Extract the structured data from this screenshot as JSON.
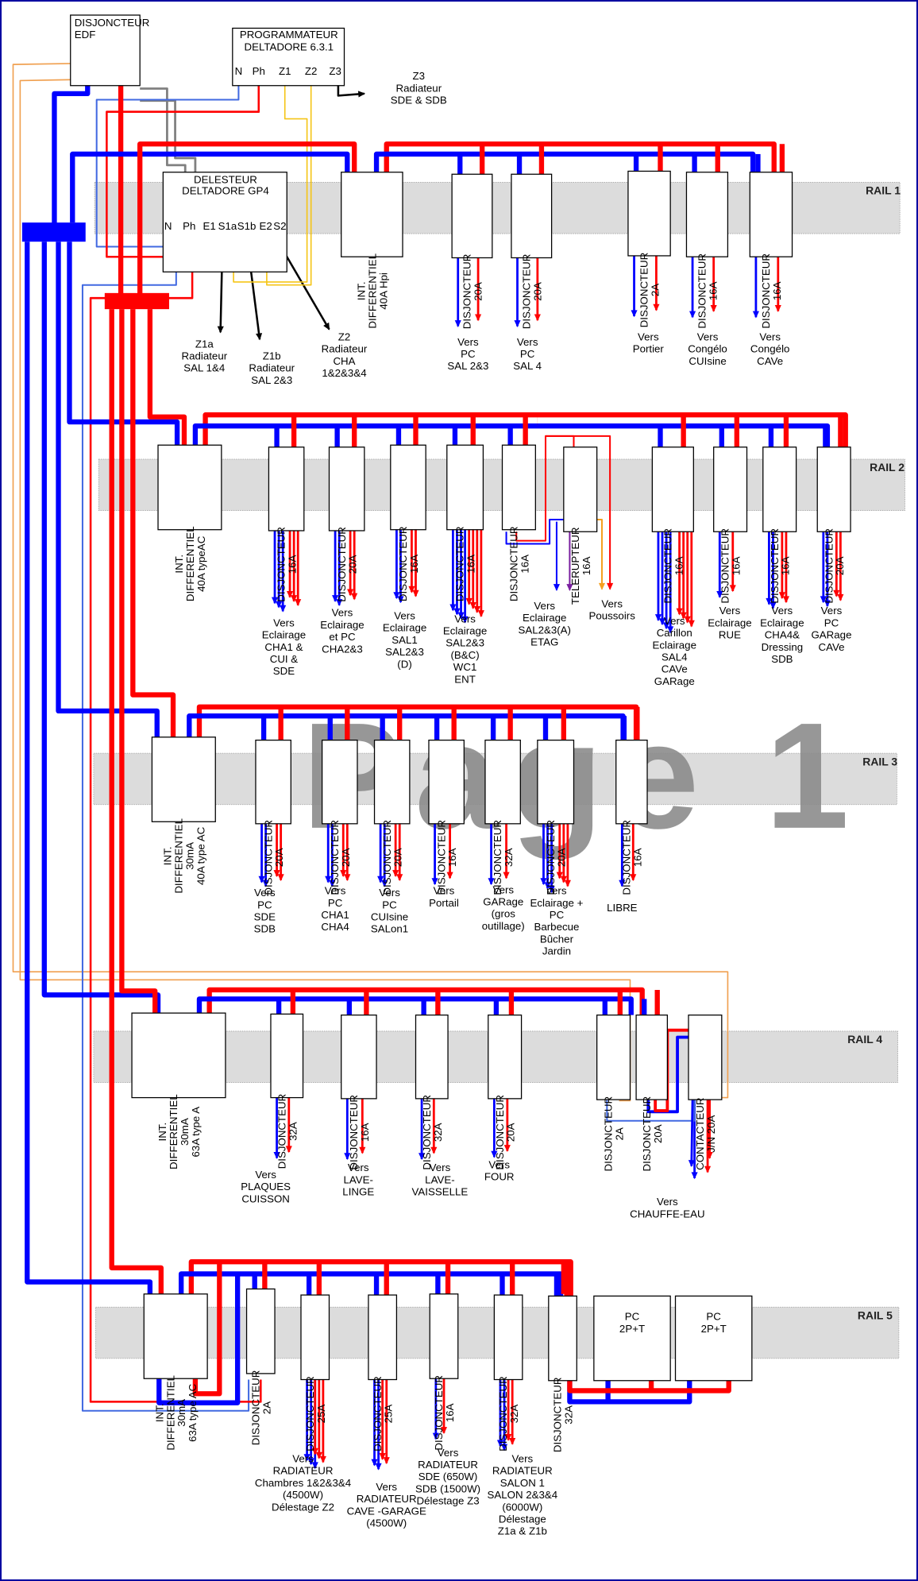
{
  "colors": {
    "phase": "#ff0000",
    "neutral": "#0000ff",
    "neutral_light": "#4169e1",
    "control_orange": "#f0a050",
    "control_yellow": "#f5c518",
    "control_grey": "#808080",
    "pilot": "#000000",
    "telerupteur_purple": "#7a1fa0",
    "telerupteur_orange": "#f5a020",
    "rail": "#dcdcdc",
    "border": "#0000a0"
  },
  "watermark": "Page 1",
  "edf": {
    "line1": "DISJONCTEUR",
    "line2": "EDF"
  },
  "programmateur": {
    "line1": "PROGRAMMATEUR",
    "line2": "DELTADORE 6.3.1",
    "terminals": [
      "N",
      "Ph",
      "Z1",
      "Z2",
      "Z3"
    ]
  },
  "z3_label": [
    "Z3",
    "Radiateur",
    "SDE & SDB"
  ],
  "delesteur": {
    "line1": "DELESTEUR",
    "line2": "DELTADORE GP4",
    "terminals": [
      "N",
      "Ph",
      "E1",
      "S1a",
      "S1b",
      "E2",
      "S2"
    ]
  },
  "zone_labels": [
    [
      "Z1a",
      "Radiateur",
      "SAL 1&4"
    ],
    [
      "Z1b",
      "Radiateur",
      "SAL 2&3"
    ],
    [
      "Z2",
      "Radiateur",
      "CHA",
      "1&2&3&4"
    ]
  ],
  "rails": [
    {
      "name": "RAIL 1",
      "modules": [
        {
          "lines": [
            "INT.",
            "DIFFERENTIEL",
            "40A Hpi"
          ],
          "dest": []
        },
        {
          "lines": [
            "DISJONCTEUR",
            "20A"
          ],
          "dest": [
            "Vers",
            "PC",
            "SAL 2&3"
          ]
        },
        {
          "lines": [
            "DISJONCTEUR",
            "20A"
          ],
          "dest": [
            "Vers",
            "PC",
            "SAL 4"
          ]
        },
        {
          "lines": [
            "DISJONCTEUR",
            "2A"
          ],
          "dest": [
            "Vers",
            "Portier"
          ]
        },
        {
          "lines": [
            "DISJONCTEUR",
            "16A"
          ],
          "dest": [
            "Vers",
            "Congélo",
            "CUIsine"
          ]
        },
        {
          "lines": [
            "DISJONCTEUR",
            "16A"
          ],
          "dest": [
            "Vers",
            "Congélo",
            "CAVe"
          ]
        }
      ]
    },
    {
      "name": "RAIL 2",
      "modules": [
        {
          "lines": [
            "INT.",
            "DIFFERENTIEL",
            "40A  typeAC"
          ],
          "dest": []
        },
        {
          "lines": [
            "DISJONCTEUR",
            "16A"
          ],
          "dest": [
            "Vers",
            "Eclairage",
            "CHA1 &",
            "CUI &",
            "SDE"
          ]
        },
        {
          "lines": [
            "DISJONCTEUR",
            "20A"
          ],
          "dest": [
            "Vers",
            "Eclairage",
            "et PC",
            "CHA2&3"
          ]
        },
        {
          "lines": [
            "DISJONCTEUR",
            "16A"
          ],
          "dest": [
            "Vers",
            "Eclairage",
            "SAL1",
            "SAL2&3",
            "(D)"
          ]
        },
        {
          "lines": [
            "DISJONCTEUR",
            "16A"
          ],
          "dest": [
            "Vers",
            "Eclairage",
            "SAL2&3",
            "(B&C)",
            "WC1",
            "ENT"
          ]
        },
        {
          "lines": [
            "DISJONCTEUR",
            "16A"
          ],
          "dest": []
        },
        {
          "lines": [
            "TELERUPTEUR",
            "16A"
          ],
          "dest": [
            "Vers",
            "Eclairage",
            "SAL2&3(A)",
            "ETAG"
          ]
        },
        {
          "lines": [
            "DISJONCTEUR",
            "16A"
          ],
          "dest": [
            "Vers",
            "Carillon",
            "Eclairage",
            "SAL4",
            "CAVe",
            "GARage"
          ]
        },
        {
          "lines": [
            "DISJONCTEUR",
            "16A"
          ],
          "dest": [
            "Vers",
            "Eclairage",
            "RUE"
          ]
        },
        {
          "lines": [
            "DISJONCTEUR",
            "16A"
          ],
          "dest": [
            "Vers",
            "Eclairage",
            "CHA4&",
            "Dressing",
            "SDB"
          ]
        },
        {
          "lines": [
            "DISJONCTEUR",
            "20A"
          ],
          "dest": [
            "Vers",
            "PC",
            "GARage",
            "CAVe"
          ]
        }
      ],
      "extra_label": [
        "Vers",
        "Poussoirs"
      ]
    },
    {
      "name": "RAIL 3",
      "modules": [
        {
          "lines": [
            "INT.",
            "DIFFERENTIEL",
            "30mA",
            "40A type AC"
          ],
          "dest": []
        },
        {
          "lines": [
            "DISJONCTEUR",
            "20A"
          ],
          "dest": [
            "Vers",
            "PC",
            "SDE",
            "SDB"
          ]
        },
        {
          "lines": [
            "DISJONCTEUR",
            "20A"
          ],
          "dest": [
            "Vers",
            "PC",
            "CHA1",
            "CHA4"
          ]
        },
        {
          "lines": [
            "DISJONCTEUR",
            "20A"
          ],
          "dest": [
            "Vers",
            "PC",
            "CUIsine",
            "SALon1"
          ]
        },
        {
          "lines": [
            "DISJONCTEUR",
            "16A"
          ],
          "dest": [
            "Vers",
            "Portail"
          ]
        },
        {
          "lines": [
            "DISJONCTEUR",
            "32A"
          ],
          "dest": [
            "Vers",
            "GARage",
            "(gros",
            "outillage)"
          ]
        },
        {
          "lines": [
            "DISJONCTEUR",
            "20A"
          ],
          "dest": [
            "vers",
            "Eclairage +",
            "PC",
            "Barbecue",
            "Bûcher",
            "Jardin"
          ]
        },
        {
          "lines": [
            "DISJONCTEUR",
            "16A"
          ],
          "dest": [
            "LIBRE"
          ]
        }
      ]
    },
    {
      "name": "RAIL 4",
      "modules": [
        {
          "lines": [
            "INT.",
            "DIFFERENTIEL",
            "30mA",
            "63A type A"
          ],
          "dest": []
        },
        {
          "lines": [
            "DISJONCTEUR",
            "32A"
          ],
          "dest": [
            "Vers",
            "PLAQUES",
            "CUISSON"
          ]
        },
        {
          "lines": [
            "DISJONCTEUR",
            "16A"
          ],
          "dest": [
            "Vers",
            "LAVE-",
            "LINGE"
          ]
        },
        {
          "lines": [
            "DISJONCTEUR",
            "32A"
          ],
          "dest": [
            "Vers",
            "LAVE-",
            "VAISSELLE"
          ]
        },
        {
          "lines": [
            "DISJONCTEUR",
            "20A"
          ],
          "dest": [
            "Vers",
            "FOUR"
          ]
        },
        {
          "lines": [
            "DISJONCTEUR",
            "2A"
          ],
          "dest": []
        },
        {
          "lines": [
            "DISJONCTEUR",
            "20A"
          ],
          "dest": []
        },
        {
          "lines": [
            "CONTACTEUR",
            "J/N 20A"
          ],
          "dest": [
            "Vers",
            "CHAUFFE-EAU"
          ]
        }
      ]
    },
    {
      "name": "RAIL 5",
      "modules": [
        {
          "lines": [
            "INT.",
            "DIFFERENTIEL",
            "30mA",
            "63A type AC"
          ],
          "dest": []
        },
        {
          "lines": [
            "DISJONCTEUR",
            "2A"
          ],
          "dest": []
        },
        {
          "lines": [
            "DISJONCTEUR",
            "25A"
          ],
          "dest": [
            "Vers",
            "RADIATEUR",
            "Chambres 1&2&3&4",
            "(4500W)",
            "Délestage Z2"
          ]
        },
        {
          "lines": [
            "DISJONCTEUR",
            "25A"
          ],
          "dest": [
            "Vers",
            "RADIATEUR",
            "CAVE -GARAGE",
            "(4500W)"
          ]
        },
        {
          "lines": [
            "DISJONCTEUR",
            "16A"
          ],
          "dest": [
            "Vers",
            "RADIATEUR",
            "SDE (650W)",
            "SDB (1500W)",
            "Délestage Z3"
          ]
        },
        {
          "lines": [
            "DISJONCTEUR",
            "32A"
          ],
          "dest": [
            "Vers",
            "RADIATEUR",
            "SALON 1",
            "SALON 2&3&4",
            "(6000W)",
            "Délestage",
            "Z1a & Z1b"
          ]
        },
        {
          "lines": [
            "DISJONCTEUR",
            "32A"
          ],
          "dest": []
        },
        {
          "lines": [
            "PC",
            "2P+T"
          ],
          "dest": []
        },
        {
          "lines": [
            "PC",
            "2P+T"
          ],
          "dest": []
        }
      ]
    }
  ]
}
